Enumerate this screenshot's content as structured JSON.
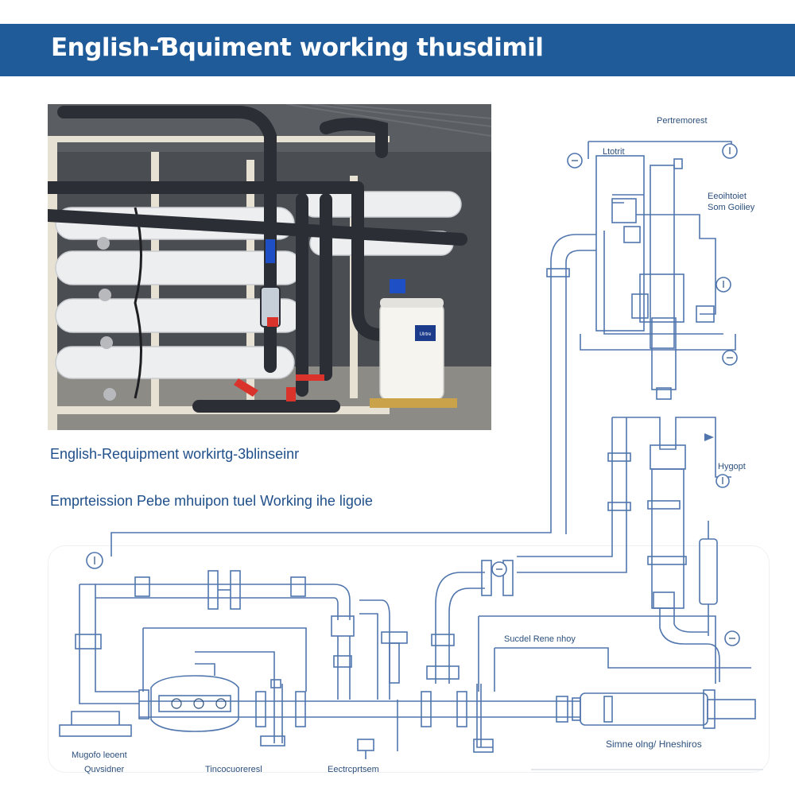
{
  "header": {
    "title": "English-Ɓquiment working thusdimil"
  },
  "captions": {
    "line1": "English-Requipment  workirtg-3blinseinr",
    "line2": "Emprteission Pebe mhuipon tuel Working ihe ligoie"
  },
  "labels": {
    "top_center": "Pertremorest",
    "top_left_box": "Ltotrit",
    "right_upper_1": "Eeoihtoiet",
    "right_upper_2": "Som Goiliey",
    "right_mid": "Hygopt",
    "center_title": "Sucdel Rene nhoy",
    "bottom_left_1": "Mugofo leoent",
    "bottom_left_2": "Quvsidner",
    "bottom_mid_1": "Tincocuoreresl",
    "bottom_mid_2": "Eectrcprtsem",
    "bottom_right": "Simne olng/ Hneshiros"
  },
  "photo": {
    "tank_label": "Ulrtre",
    "colors": {
      "membranes": "#e9ebee",
      "pipes": "#2a2d33",
      "frame": "#e6e1d2",
      "valve": "#d9332b",
      "fitting": "#1f4fc4"
    }
  },
  "colors": {
    "banner": "#1f5a99",
    "schematic_line": "#5076ad",
    "caption_text": "#1f4f8a"
  }
}
